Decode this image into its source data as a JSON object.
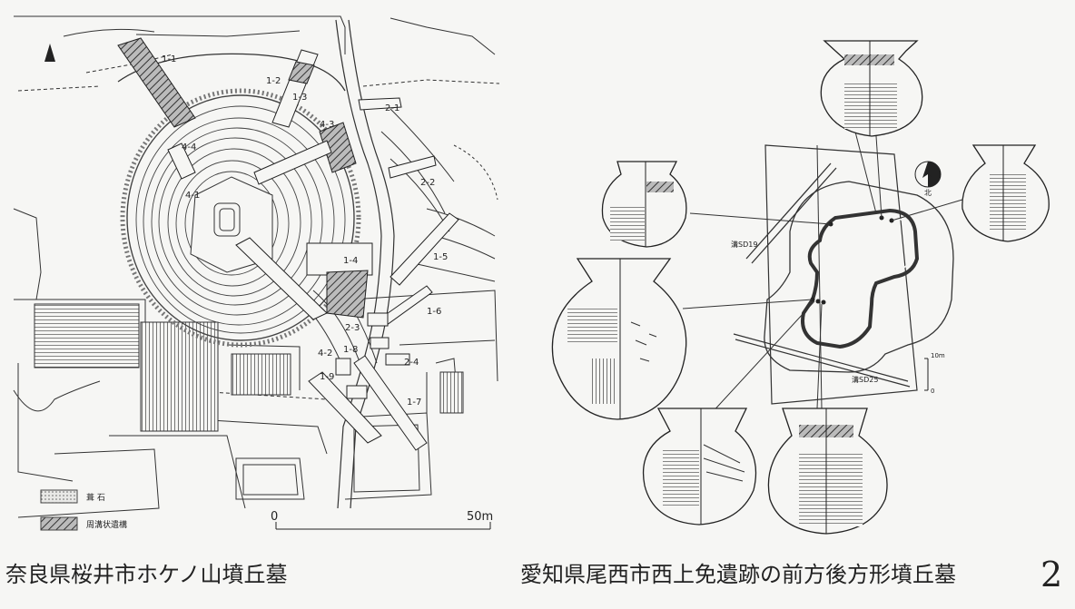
{
  "left_figure": {
    "trenches": [
      "1-1",
      "1-2",
      "2-1",
      "2-2",
      "1-3",
      "4-3",
      "4-4",
      "4-1",
      "1-4",
      "1-5",
      "1-6",
      "2-3",
      "1-8",
      "4-2",
      "1-9",
      "2-4",
      "1-7"
    ],
    "legend": [
      {
        "label": "葺 石",
        "pattern": "dots"
      },
      {
        "label": "周溝状遺構",
        "pattern": "hatch"
      }
    ],
    "scale": {
      "start": "0",
      "end": "50m"
    },
    "caption": "奈良県桜井市ホケノ山墳丘墓"
  },
  "right_figure": {
    "labels": {
      "sd19": "溝SD19",
      "sd25": "溝SD25",
      "north": "北",
      "scale_top": "10m",
      "scale_bottom": "0"
    },
    "caption": "愛知県尾西市西上免遺跡の前方後方形墳丘墓"
  },
  "page_number": "2"
}
